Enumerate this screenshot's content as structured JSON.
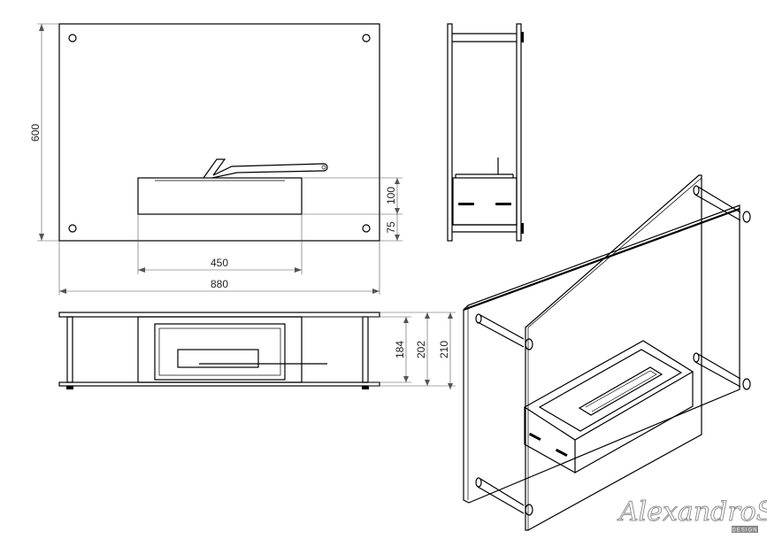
{
  "dimensions": {
    "height_total": "600",
    "width_total": "880",
    "burner_width": "450",
    "burner_height": "100",
    "burner_offset": "75",
    "depth_184": "184",
    "depth_202": "202",
    "depth_210": "210"
  },
  "brand": {
    "name": "AlexandroSavo",
    "sub": "DESIGN"
  },
  "colors": {
    "line": "#000000",
    "dimension": "#555555",
    "brand": "#888888"
  }
}
